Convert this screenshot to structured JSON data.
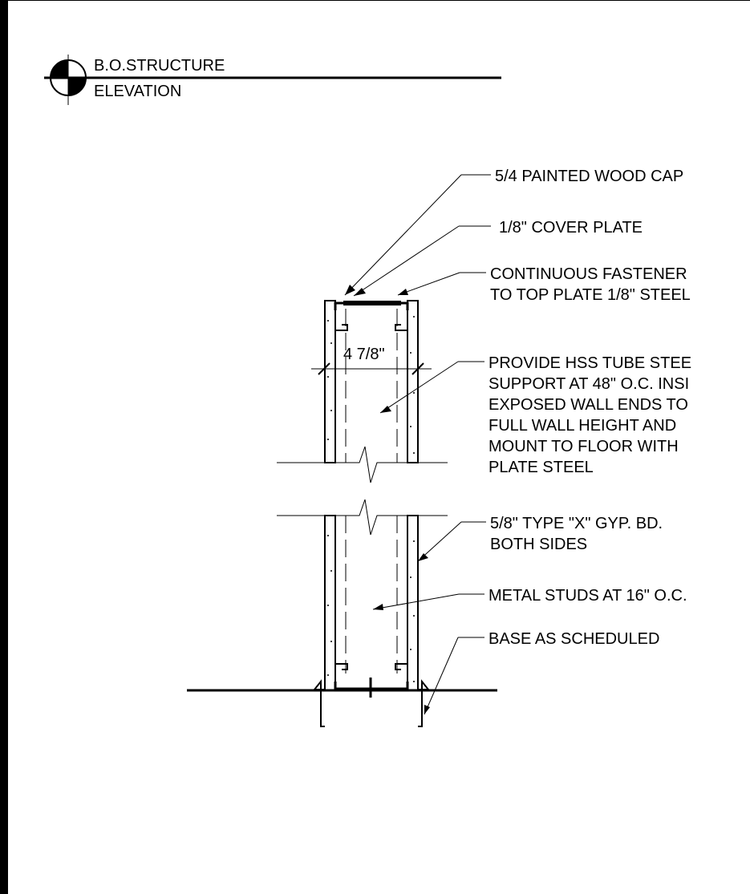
{
  "elevation_marker": {
    "title": "B.O.STRUCTURE",
    "subtitle": "ELEVATION"
  },
  "dimension": {
    "width_label": "4 7/8\""
  },
  "callouts": [
    {
      "id": "wood-cap",
      "lines": [
        "5/4 PAINTED WOOD CAP"
      ]
    },
    {
      "id": "cover-plate",
      "lines": [
        "1/8\" COVER PLATE"
      ]
    },
    {
      "id": "fastener",
      "lines": [
        "CONTINUOUS FASTENER",
        "TO TOP PLATE 1/8\" STEEL"
      ]
    },
    {
      "id": "hss-support",
      "lines": [
        "PROVIDE HSS TUBE STEE",
        "SUPPORT AT 48\" O.C. INSI",
        "EXPOSED WALL ENDS TO",
        "FULL WALL HEIGHT AND",
        "MOUNT TO FLOOR WITH",
        "PLATE STEEL"
      ]
    },
    {
      "id": "gyp-board",
      "lines": [
        "5/8\" TYPE \"X\" GYP. BD.",
        "BOTH SIDES"
      ]
    },
    {
      "id": "metal-studs",
      "lines": [
        "METAL STUDS AT 16\" O.C."
      ]
    },
    {
      "id": "base",
      "lines": [
        "BASE AS SCHEDULED"
      ]
    }
  ]
}
